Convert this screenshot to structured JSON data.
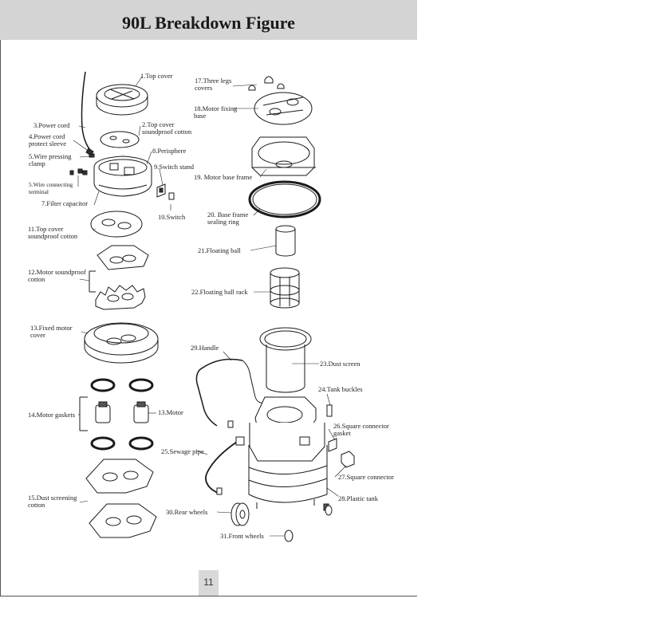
{
  "page": {
    "title": "90L Breakdown Figure",
    "page_number": "11"
  },
  "parts": [
    {
      "id": "p1",
      "text": "1.Top cover"
    },
    {
      "id": "p2",
      "text": "2.Top cover\nsoundproof cotton"
    },
    {
      "id": "p3",
      "text": "3.Power cord"
    },
    {
      "id": "p4",
      "text": "4.Power cord\nprotect sleeve"
    },
    {
      "id": "p5",
      "text": "5.Wire pressing\nclamp"
    },
    {
      "id": "p5b",
      "text": "5.Wire connecting\nterminal"
    },
    {
      "id": "p7",
      "text": "7.Filter capacitor"
    },
    {
      "id": "p8",
      "text": "8.Perisphere"
    },
    {
      "id": "p9",
      "text": "9.Switch stand"
    },
    {
      "id": "p10",
      "text": "10.Switch"
    },
    {
      "id": "p11",
      "text": "11.Top cover\nsoundproof cotton"
    },
    {
      "id": "p12",
      "text": "12.Motor soundproof\ncotton"
    },
    {
      "id": "p13a",
      "text": "13.Fixed motor\ncover"
    },
    {
      "id": "p13b",
      "text": "13.Motor"
    },
    {
      "id": "p14",
      "text": "14.Motor gaskets"
    },
    {
      "id": "p15",
      "text": "15.Dust screening\ncotton"
    },
    {
      "id": "p17",
      "text": "17.Three legs\ncovers"
    },
    {
      "id": "p18",
      "text": "18.Motor fixing\nbase"
    },
    {
      "id": "p19",
      "text": "19. Motor base frame"
    },
    {
      "id": "p20",
      "text": "20. Base frame\nsealing ring"
    },
    {
      "id": "p21",
      "text": "21.Floating ball"
    },
    {
      "id": "p22",
      "text": "22.Floating ball rack"
    },
    {
      "id": "p23",
      "text": "23.Dust screen"
    },
    {
      "id": "p24",
      "text": "24.Tank buckles"
    },
    {
      "id": "p25",
      "text": "25.Sewage pipe"
    },
    {
      "id": "p26",
      "text": "26.Square connector\ngasket"
    },
    {
      "id": "p27",
      "text": "27.Square connector"
    },
    {
      "id": "p28",
      "text": "28.Plastic tank"
    },
    {
      "id": "p29",
      "text": "29.Handle"
    },
    {
      "id": "p30",
      "text": "30.Rear wheels"
    },
    {
      "id": "p31",
      "text": "31.Front wheels"
    }
  ]
}
